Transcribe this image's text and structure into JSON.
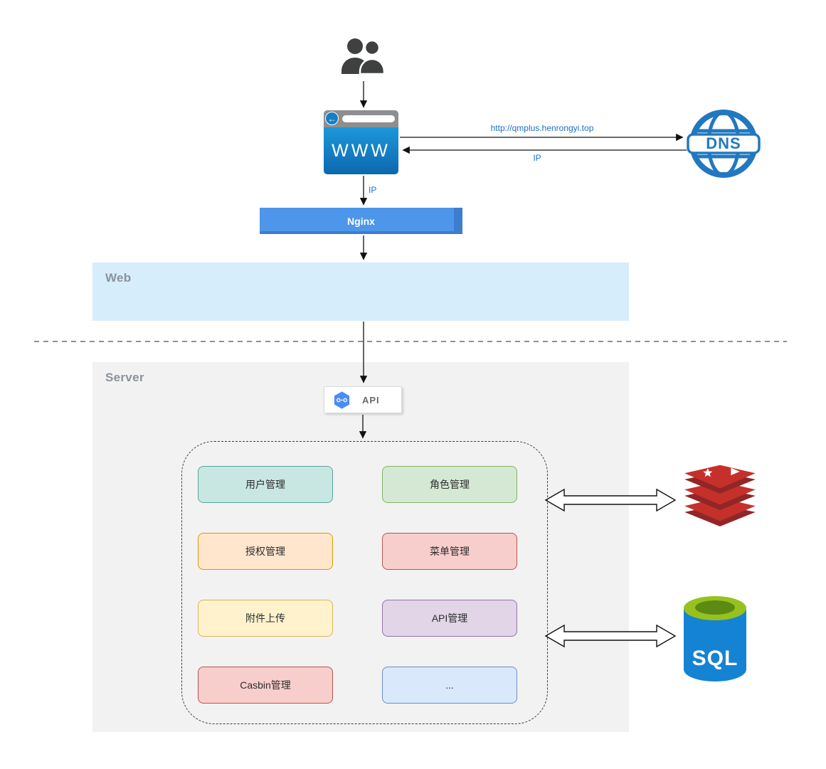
{
  "zones": {
    "web": {
      "label": "Web"
    },
    "server": {
      "label": "Server"
    }
  },
  "users": {
    "icon": "users-icon"
  },
  "browser": {
    "label": "WWW",
    "back_icon": "back-arrow-icon"
  },
  "dns": {
    "label": "DNS"
  },
  "nginx": {
    "label": "Nginx"
  },
  "api": {
    "label": "API"
  },
  "edges": {
    "browser_to_dns_label": "http://qmplus.henrongyi.top",
    "dns_to_browser_label": "IP",
    "browser_to_nginx_label": "IP"
  },
  "modules": [
    {
      "label": "用户管理",
      "fill": "#c8e6e2",
      "border": "#58a69e"
    },
    {
      "label": "角色管理",
      "fill": "#d5e8d4",
      "border": "#82b366"
    },
    {
      "label": "授权管理",
      "fill": "#ffe6cc",
      "border": "#d79b00"
    },
    {
      "label": "菜单管理",
      "fill": "#f8cecc",
      "border": "#b85450"
    },
    {
      "label": "附件上传",
      "fill": "#fff2cc",
      "border": "#d6b656"
    },
    {
      "label": "API管理",
      "fill": "#e1d5e7",
      "border": "#9673a6"
    },
    {
      "label": "Casbin管理",
      "fill": "#f8cecc",
      "border": "#b85450"
    },
    {
      "label": "...",
      "fill": "#dae8fc",
      "border": "#6c8ebf"
    }
  ],
  "datastores": {
    "redis": {
      "icon": "redis-icon"
    },
    "sql": {
      "label": "SQL"
    }
  },
  "colors": {
    "edge_label_blue": "#1a70c8",
    "nginx_fill": "#4d96ea",
    "web_zone_fill": "#d6edfb",
    "server_zone_fill": "#f2f2f2",
    "browser_blue": "#1180cf",
    "dns_blue": "#2278c0",
    "api_hex_blue": "#4b8bf5",
    "redis_red": "#c6302b",
    "redis_red_dark": "#912626",
    "sql_body_blue": "#1583d4",
    "sql_top_green": "#97c11e"
  }
}
